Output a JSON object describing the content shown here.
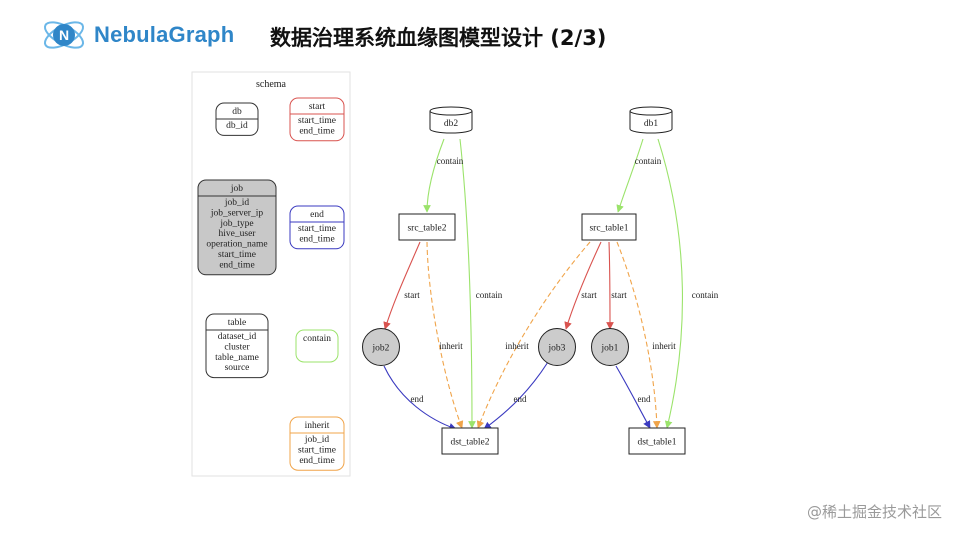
{
  "brand": {
    "name": "NebulaGraph",
    "logo_letter": "N"
  },
  "title": "数据治理系统血缘图模型设计 (2/3)",
  "watermark": "@稀土掘金技术社区",
  "schema": {
    "title": "schema",
    "tags": [
      {
        "id": "db",
        "name": "db",
        "props": [
          "db_id"
        ],
        "fill": "#ffffff"
      },
      {
        "id": "job",
        "name": "job",
        "props": [
          "job_id",
          "job_server_ip",
          "job_type",
          "hive_user",
          "operation_name",
          "start_time",
          "end_time"
        ],
        "fill": "#c8c8c8"
      },
      {
        "id": "table",
        "name": "table",
        "props": [
          "dataset_id",
          "cluster",
          "table_name",
          "source"
        ],
        "fill": "#ffffff"
      }
    ],
    "edge_types": [
      {
        "id": "start",
        "name": "start",
        "props": [
          "start_time",
          "end_time"
        ],
        "color": "#d9534f"
      },
      {
        "id": "end",
        "name": "end",
        "props": [
          "start_time",
          "end_time"
        ],
        "color": "#3a3ac0"
      },
      {
        "id": "contain",
        "name": "contain",
        "props": [],
        "color": "#9be36b"
      },
      {
        "id": "inherit",
        "name": "inherit",
        "props": [
          "job_id",
          "start_time",
          "end_time"
        ],
        "color": "#f0a44a"
      }
    ]
  },
  "graph": {
    "nodes": [
      {
        "id": "db2",
        "label": "db2",
        "shape": "cylinder"
      },
      {
        "id": "db1",
        "label": "db1",
        "shape": "cylinder"
      },
      {
        "id": "src_table2",
        "label": "src_table2",
        "shape": "box"
      },
      {
        "id": "src_table1",
        "label": "src_table1",
        "shape": "box"
      },
      {
        "id": "job2",
        "label": "job2",
        "shape": "circle"
      },
      {
        "id": "job3",
        "label": "job3",
        "shape": "circle"
      },
      {
        "id": "job1",
        "label": "job1",
        "shape": "circle"
      },
      {
        "id": "dst_table2",
        "label": "dst_table2",
        "shape": "box"
      },
      {
        "id": "dst_table1",
        "label": "dst_table1",
        "shape": "box"
      }
    ],
    "edges": [
      {
        "id": "e1",
        "from": "db2",
        "to": "src_table2",
        "type": "contain",
        "label": "contain"
      },
      {
        "id": "e2",
        "from": "db2",
        "to": "dst_table2",
        "type": "contain",
        "label": "contain"
      },
      {
        "id": "e3",
        "from": "src_table2",
        "to": "job2",
        "type": "start",
        "label": "start"
      },
      {
        "id": "e4",
        "from": "src_table2",
        "to": "dst_table2",
        "type": "inherit",
        "label": "inherit"
      },
      {
        "id": "e5",
        "from": "job2",
        "to": "dst_table2",
        "type": "end",
        "label": "end"
      },
      {
        "id": "e6",
        "from": "db1",
        "to": "src_table1",
        "type": "contain",
        "label": "contain"
      },
      {
        "id": "e7",
        "from": "db1",
        "to": "dst_table1",
        "type": "contain",
        "label": "contain"
      },
      {
        "id": "e8",
        "from": "src_table1",
        "to": "job3",
        "type": "start",
        "label": "start"
      },
      {
        "id": "e9",
        "from": "src_table1",
        "to": "job1",
        "type": "start",
        "label": "start"
      },
      {
        "id": "e10",
        "from": "src_table1",
        "to": "dst_table2",
        "type": "inherit",
        "label": "inherit"
      },
      {
        "id": "e11",
        "from": "src_table1",
        "to": "dst_table1",
        "type": "inherit",
        "label": "inherit"
      },
      {
        "id": "e12",
        "from": "job3",
        "to": "dst_table2",
        "type": "end",
        "label": "end"
      },
      {
        "id": "e13",
        "from": "job1",
        "to": "dst_table1",
        "type": "end",
        "label": "end"
      }
    ]
  }
}
